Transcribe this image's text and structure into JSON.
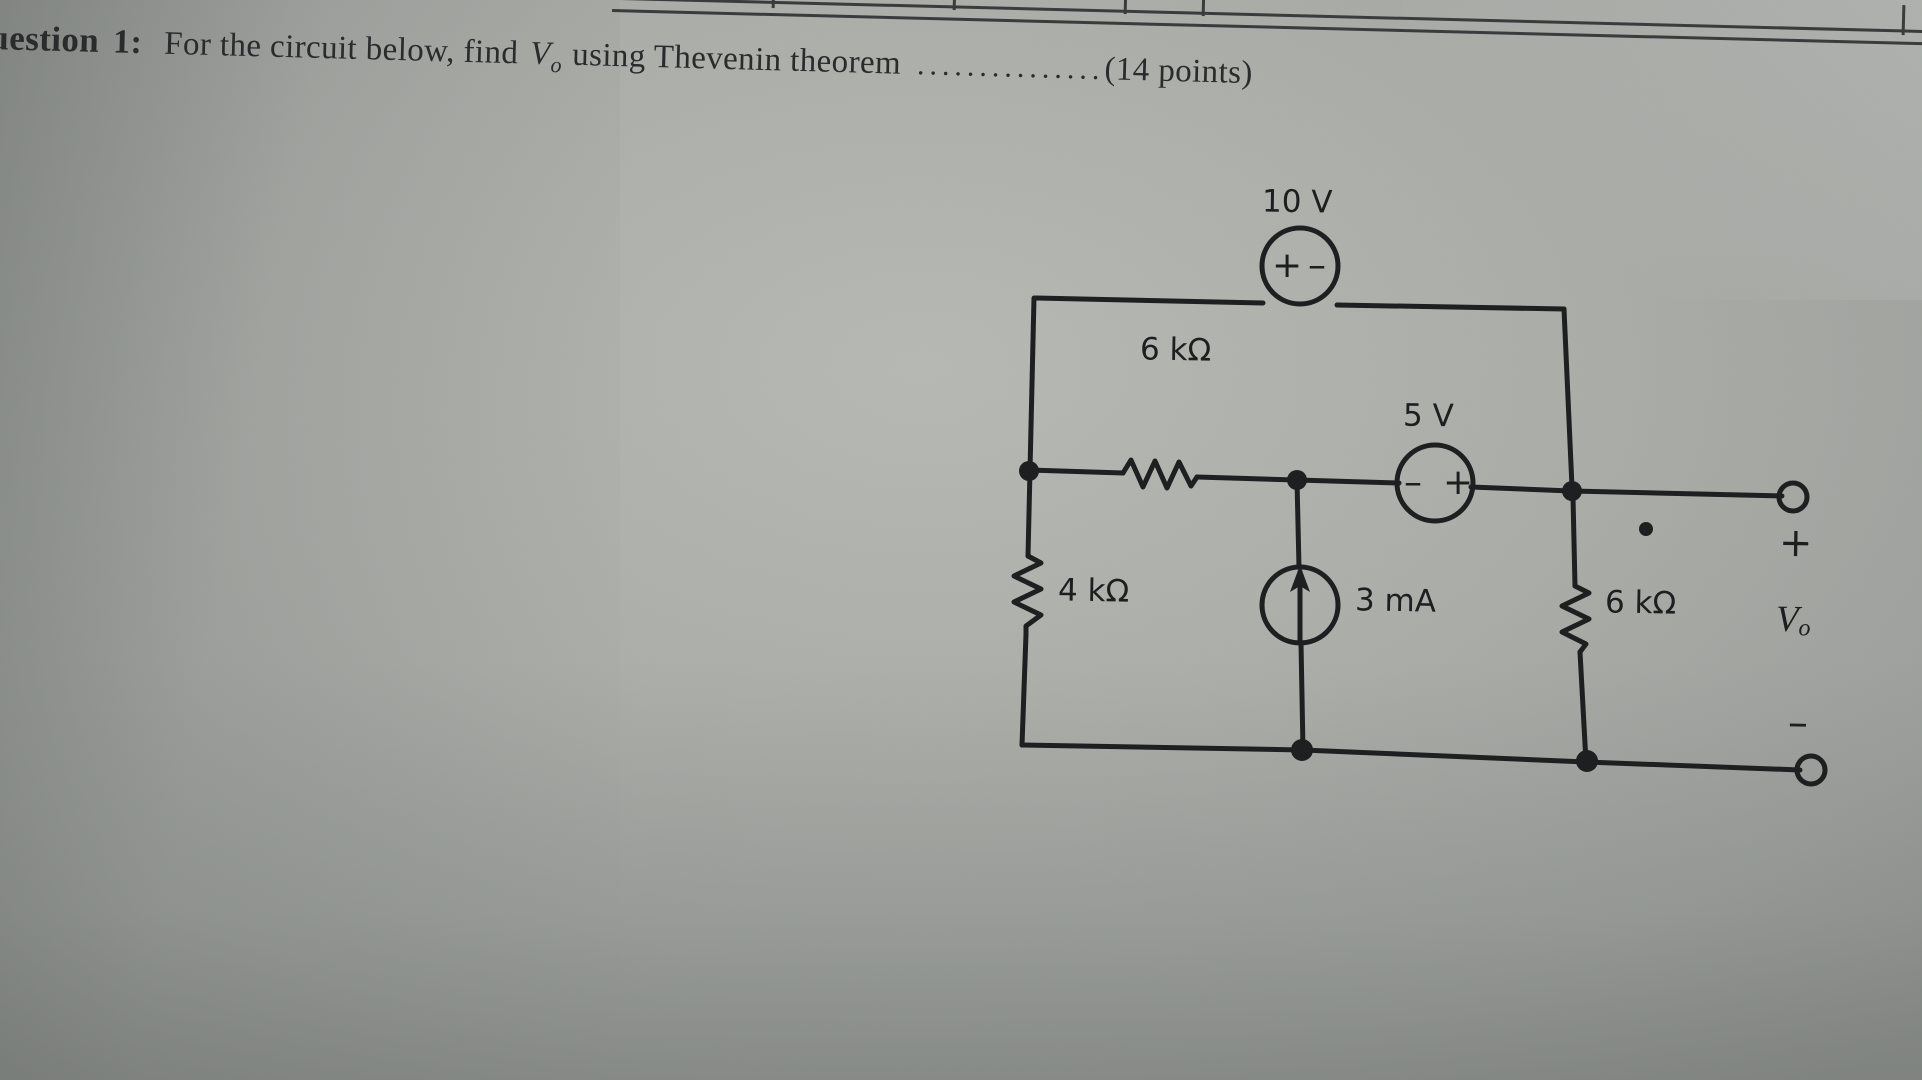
{
  "document": {
    "type": "exam-question-photograph",
    "paper_color": "#acafab",
    "ink_color": "#1d1e20"
  },
  "header": {
    "question_label": "uestion",
    "question_number": "1:",
    "text_before_var": "For the circuit below, find",
    "variable": "V",
    "variable_subscript": "o",
    "text_after_var": "using Thevenin theorem",
    "dots": "...............",
    "points": "(14 points)"
  },
  "circuit": {
    "title": "Thevenin equivalent circuit problem",
    "components": [
      {
        "id": "v-source-10v",
        "kind": "voltage-source",
        "label": "10 V",
        "plus_sign": "+",
        "minus_sign": "–",
        "plus_side": "left",
        "orientation": "horizontal",
        "position": "top-branch"
      },
      {
        "id": "r-6k-series",
        "kind": "resistor",
        "label": "6 kΩ",
        "orientation": "horizontal",
        "position": "middle-branch-left"
      },
      {
        "id": "v-source-5v",
        "kind": "voltage-source",
        "label": "5 V",
        "plus_sign": "+",
        "minus_sign": "–",
        "plus_side": "right",
        "orientation": "horizontal",
        "position": "middle-branch-right"
      },
      {
        "id": "r-4k",
        "kind": "resistor",
        "label": "4 kΩ",
        "orientation": "vertical",
        "position": "left-branch"
      },
      {
        "id": "i-source-3ma",
        "kind": "current-source",
        "label": "3 mA",
        "arrow_direction": "up",
        "orientation": "vertical",
        "position": "center-branch"
      },
      {
        "id": "r-6k-load",
        "kind": "resistor",
        "label": "6 kΩ",
        "orientation": "vertical",
        "position": "right-branch"
      }
    ],
    "output": {
      "plus_terminal_sign": "+",
      "minus_terminal_sign": "–",
      "label": "V",
      "label_subscript": "o"
    }
  }
}
